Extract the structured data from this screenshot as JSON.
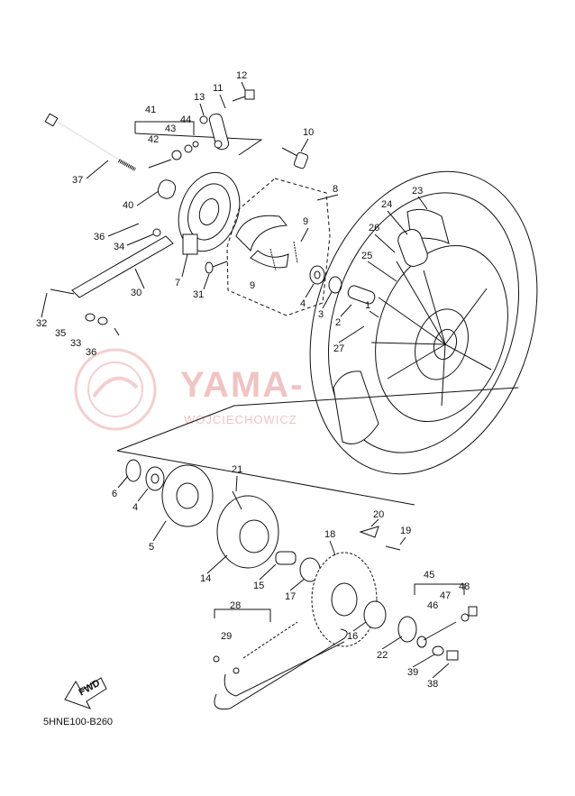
{
  "diagram": {
    "code": "5HNE100-B260",
    "fwd_label": "FWD",
    "watermark": {
      "main": "YAMA-",
      "sub": "WOJCIECHOWICZ"
    },
    "callouts": [
      "1",
      "2",
      "3",
      "4",
      "5",
      "6",
      "7",
      "8",
      "9",
      "10",
      "11",
      "12",
      "13",
      "14",
      "15",
      "16",
      "17",
      "18",
      "19",
      "20",
      "21",
      "22",
      "23",
      "24",
      "25",
      "26",
      "27",
      "28",
      "29",
      "30",
      "31",
      "32",
      "33",
      "34",
      "35",
      "36",
      "37",
      "38",
      "39",
      "40",
      "41",
      "42",
      "43",
      "44",
      "45",
      "46",
      "47",
      "48"
    ]
  }
}
